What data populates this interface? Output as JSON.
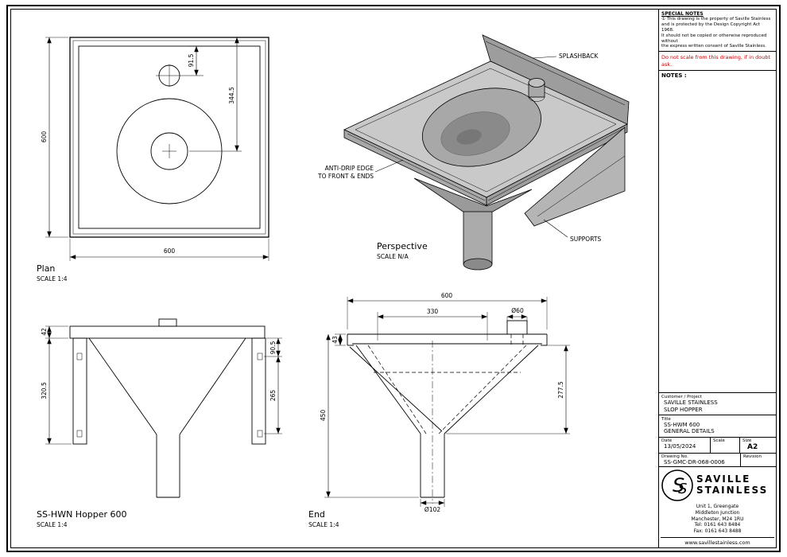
{
  "colors": {
    "line": "#000000",
    "red_note": "#cc0000",
    "steel_light": "#c9c9c9",
    "steel_mid": "#a8a8a8",
    "steel_panel": "#9d9d9d",
    "steel_dark": "#8a8a8a",
    "steel_deep": "#777777",
    "steel_support": "#b5b5b5",
    "steel_cone": "#9a9a9a",
    "steel_pipe": "#ababab",
    "steel_stub": "#c0c0c0"
  },
  "plan": {
    "title": "Plan",
    "scale": "SCALE 1:4",
    "dims": {
      "width": "600",
      "height": "600",
      "outlet_offset": "91.5",
      "bowl_center": "344.5"
    }
  },
  "perspective": {
    "title": "Perspective",
    "scale": "SCALE N/A",
    "callouts": {
      "splashback": "SPLASHBACK",
      "antidrip_line1": "ANTI-DRIP EDGE",
      "antidrip_line2": "TO FRONT & ENDS",
      "supports": "SUPPORTS"
    }
  },
  "front": {
    "title": "SS-HWN Hopper 600",
    "scale": "SCALE 1:4",
    "dims": {
      "rim_height": "42",
      "body_height": "320.5",
      "hole_offset": "90.5",
      "hole_spacing": "265"
    }
  },
  "end": {
    "title": "End",
    "scale": "SCALE 1:4",
    "dims": {
      "width": "600",
      "bowl_width": "330",
      "outlet_dia": "Ø60",
      "rim_depth": "43",
      "overall_height": "450",
      "funnel_height": "277.5",
      "pipe_dia": "Ø102"
    }
  },
  "title_block": {
    "special_notes": {
      "header": "SPECIAL NOTES",
      "line1": "① This drawing is the property of  Saville Stainless",
      "line2": "and is protected by the Design Copyright Act 1968.",
      "line3": "It should not be copied or otherwise reproduced without",
      "line4": "the express written consent of Saville Stainless."
    },
    "do_not_scale": "Do not scale from this drawing, if in doubt ask.",
    "notes_label": "NOTES :",
    "customer": {
      "label": "Customer / Project",
      "line1": "SAVILLE STAINLESS",
      "line2": "SLOP HOPPER"
    },
    "title": {
      "label": "Title",
      "line1": "SS-HWM 600",
      "line2": "GENERAL DETAILS"
    },
    "date": {
      "label": "Date",
      "value": "13/05/2024"
    },
    "scale": {
      "label": "Scale",
      "value": ""
    },
    "size": {
      "label": "Size",
      "value": "A2"
    },
    "drawing_no": {
      "label": "Drawing No.",
      "value": "SS-GMC-DR-068-0006"
    },
    "revision": {
      "label": "Revision",
      "value": ""
    },
    "company": {
      "name_line1": "SAVILLE",
      "name_line2": "STAINLESS",
      "address1": "Unit 1, Greengate",
      "address2": "Middleton Junction",
      "address3": "Manchester, M24 1RU",
      "tel": "Tel:  0161 643 8484",
      "fax": "Fax:  0161 643 8488",
      "website": "www.savillestainless.com"
    }
  }
}
